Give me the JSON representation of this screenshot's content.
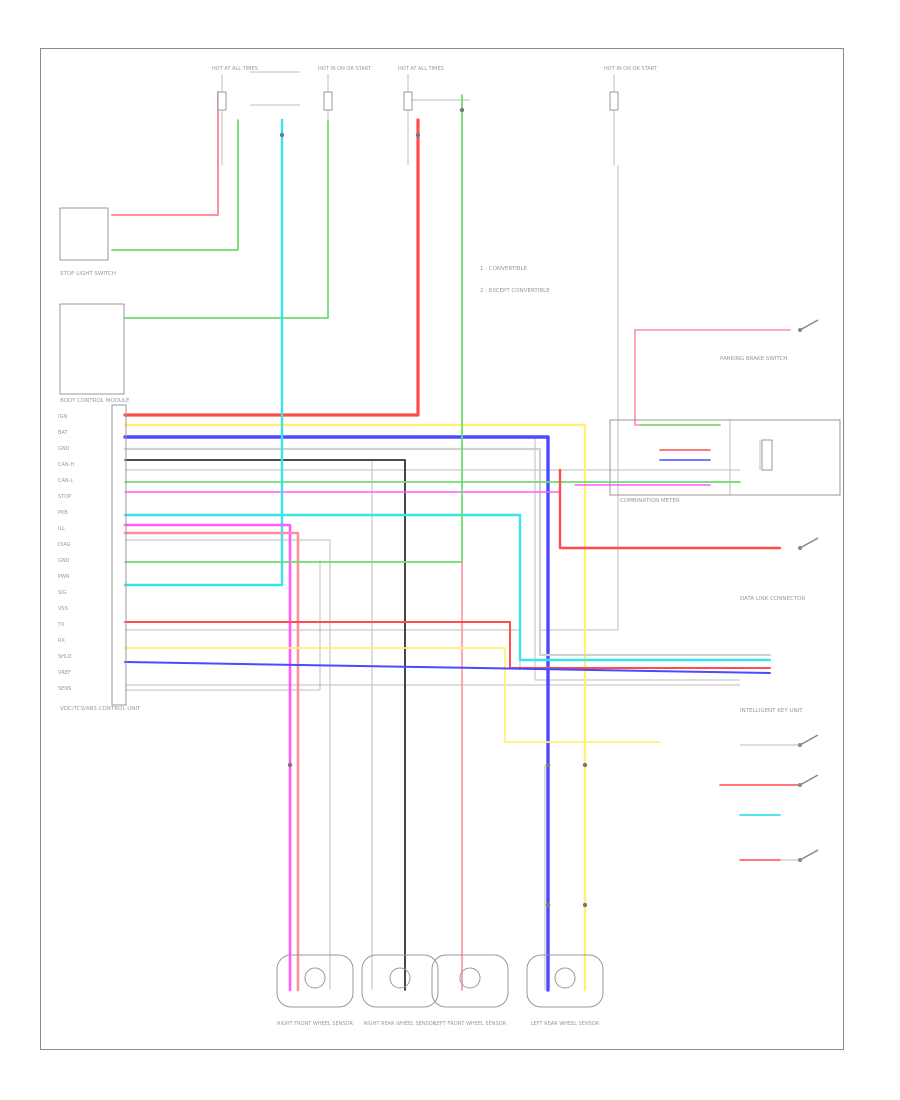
{
  "fuses": [
    {
      "id": "fuse-1",
      "label": "HOT AT ALL TIMES"
    },
    {
      "id": "fuse-2",
      "label": "HOT IN ON OR START"
    },
    {
      "id": "fuse-3",
      "label": "HOT AT ALL TIMES"
    },
    {
      "id": "fuse-4",
      "label": "HOT IN ON OR START"
    }
  ],
  "notes": {
    "convertible": "1 : CONVERTIBLE",
    "except_convertible": "2 : EXCEPT CONVERTIBLE"
  },
  "components": {
    "stop_light_switch": "STOP LIGHT SWITCH",
    "module_left": "BODY CONTROL MODULE",
    "combination_meter": "COMBINATION METER",
    "parking_brake_switch": "PARKING BRAKE SWITCH",
    "data_link": "DATA LINK CONNECTOR",
    "intelligent_key": "INTELLIGENT KEY UNIT",
    "vdc_unit": "VDC/TCS/ABS CONTROL UNIT"
  },
  "connectors_left": [
    "IGN",
    "BAT",
    "GND",
    "CAN-H",
    "CAN-L",
    "STOP",
    "PKB",
    "ILL",
    "DIAG",
    "GND",
    "PWR",
    "SIG",
    "VSS",
    "TX",
    "RX",
    "SHLD",
    "VREF",
    "SENS"
  ],
  "wire_colors": {
    "red": "#ff4d4d",
    "green": "#6fdc6f",
    "cyan": "#38e4ea",
    "blue": "#4a4aff",
    "yellow": "#fff07a",
    "magenta": "#ff5cff",
    "pink": "#ff8fa0",
    "gray": "#999999",
    "black": "#333333",
    "light": "#d0d0d0"
  },
  "sensors": [
    {
      "id": "sensor-1",
      "label": "RIGHT FRONT WHEEL SENSOR"
    },
    {
      "id": "sensor-2",
      "label": "RIGHT REAR WHEEL SENSOR"
    },
    {
      "id": "sensor-3",
      "label": "LEFT FRONT WHEEL SENSOR"
    },
    {
      "id": "sensor-4",
      "label": "LEFT REAR WHEEL SENSOR"
    }
  ]
}
